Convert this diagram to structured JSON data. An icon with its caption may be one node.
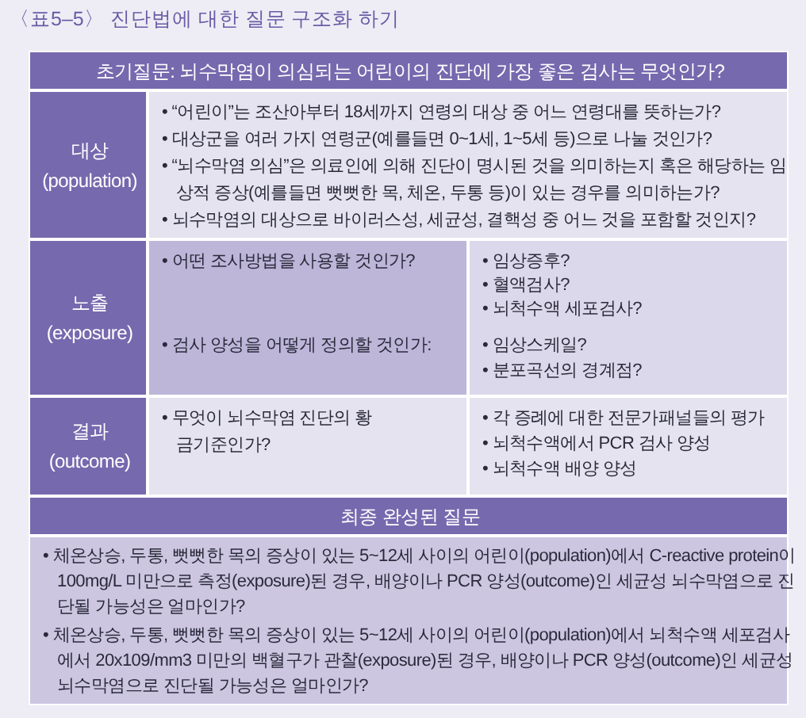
{
  "diagram": {
    "title": "〈표5–5〉 진단법에 대한 질문 구조화 하기",
    "labels": [
      "초기질문: 뇌수막염이 의심되는 어린이의 진단에 가장 좋은 검사는 무엇인가?",
      "대상 (population)",
      "• “어린이”는 조산아부터 18세까지 연령의 대상 중 어느 연령대를 뜻하는가?",
      "• 대상군을 여러 가지 연령군(예를들면 0~1세, 1~5세 등)으로 나눌 것인가?",
      "• “뇌수막염 의심”은 의료인에 의해 진단이 명시된 것을 의미하는지 혹은 해당하는 임상적 증상(예를들면 뻣뻣한 목, 체온, 두통 등)이 있는 경우를 의미하는가?",
      "• 뇌수막염의 대상으로 바이러스성, 세균성, 결핵성 중 어느 것을 포함할 것인지?",
      "노출 (exposure)",
      "• 어떤 조사방법을 사용할 것인가?",
      "• 임상증후?",
      "• 혈액검사?",
      "• 뇌척수액 세포검사?",
      "• 검사 양성을 어떻게 정의할 것인가:",
      "• 임상스케일?",
      "• 분포곡선의 경계점?",
      "결과 (outcome)",
      "• 무엇이 뇌수막염 진단의 황금기준인가?",
      "• 각 증례에 대한 전문가패널들의 평가",
      "• 뇌척수액에서 PCR 검사 양성",
      "• 뇌척수액 배양 양성",
      "최종 완성된 질문",
      "• 체온상승, 두통, 뻣뻣한 목의 증상이 있는 5~12세 사이의 어린이(population)에서 C-reactive protein이 100mg/L 미만으로 측정(exposure)된 경우, 배양이나 PCR 양성(outcome)인 세균성 뇌수막염으로 진단될 가능성은 얼마인가?",
      "• 체온상승, 두통, 뻣뻣한 목의 증상이 있는 5~12세 사이의 어린이(population)에서 뇌척수액 세포검사에서 20x109/mm3 미만의 백혈구가 관찰(exposure)된 경우, 배양이나 PCR 양성(outcome)인 세균성 뇌수막염으로 진단될 가능성은 얼마인가?"
    ]
  }
}
